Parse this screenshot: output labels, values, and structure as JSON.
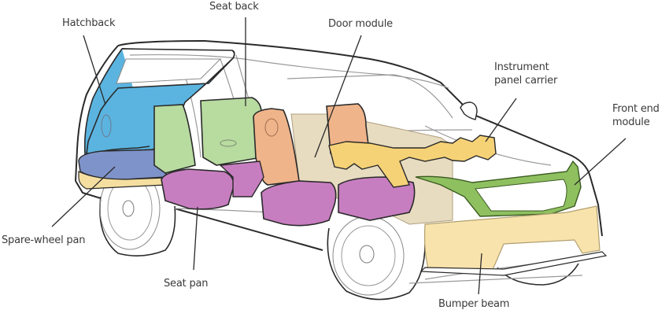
{
  "diagram": {
    "subject": "SUV cutaway showing composite/plastic component locations",
    "colors": {
      "hatchback": "#5bb4e0",
      "seat_back_front": "#f0b48a",
      "seat_back_rear": "#b8dba0",
      "seat_pan": "#c77ec0",
      "spare_wheel_pan": "#7e93c9",
      "spare_wheel_trim": "#f5dfa0",
      "instrument_panel_carrier": "#f6d277",
      "door_module": "#e8dcc0",
      "front_end_module": "#8fc060",
      "bumper_beam": "#f9e3ad",
      "outline": "#2a2a2a",
      "line": "#9a9a9a"
    },
    "labels": [
      {
        "id": "hatchback",
        "text": "Hatchback"
      },
      {
        "id": "seat-back",
        "text": "Seat back"
      },
      {
        "id": "door-module",
        "text": "Door module"
      },
      {
        "id": "instrument-panel-carrier",
        "text": "Instrument\npanel carrier",
        "lines": [
          "Instrument",
          "panel carrier"
        ]
      },
      {
        "id": "front-end-module",
        "text": "Front end\nmodule",
        "lines": [
          "Front end",
          "module"
        ]
      },
      {
        "id": "spare-wheel-pan",
        "text": "Spare-wheel pan"
      },
      {
        "id": "seat-pan",
        "text": "Seat pan"
      },
      {
        "id": "bumper-beam",
        "text": "Bumper beam"
      }
    ]
  }
}
